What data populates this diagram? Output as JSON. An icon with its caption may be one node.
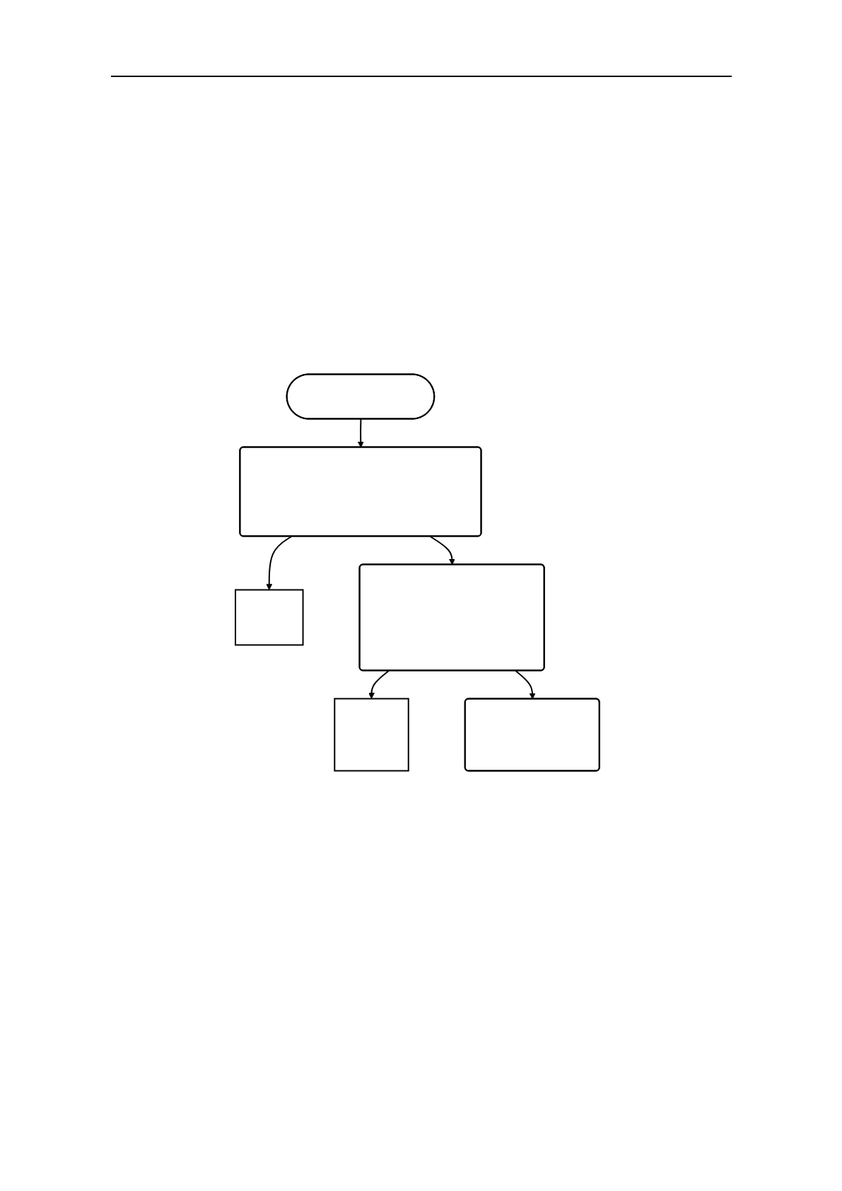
{
  "diagram": {
    "nodes": [
      {
        "text": [],
        "shape": "ellipse"
      },
      {
        "text": [],
        "shape": "rounded"
      },
      {
        "text": [],
        "shape": "box"
      },
      {
        "text": [],
        "shape": "rounded"
      },
      {
        "text": [],
        "shape": "box"
      },
      {
        "text": [],
        "shape": "rounded"
      }
    ],
    "edges": [
      {
        "from": 0,
        "to": 1,
        "arrow": "to"
      },
      {
        "from": 1,
        "to": 2,
        "arrow": "to"
      },
      {
        "from": 1,
        "to": 3,
        "arrow": "to"
      },
      {
        "from": 3,
        "to": 4,
        "arrow": "to"
      },
      {
        "from": 3,
        "to": 5,
        "arrow": "to"
      }
    ]
  }
}
